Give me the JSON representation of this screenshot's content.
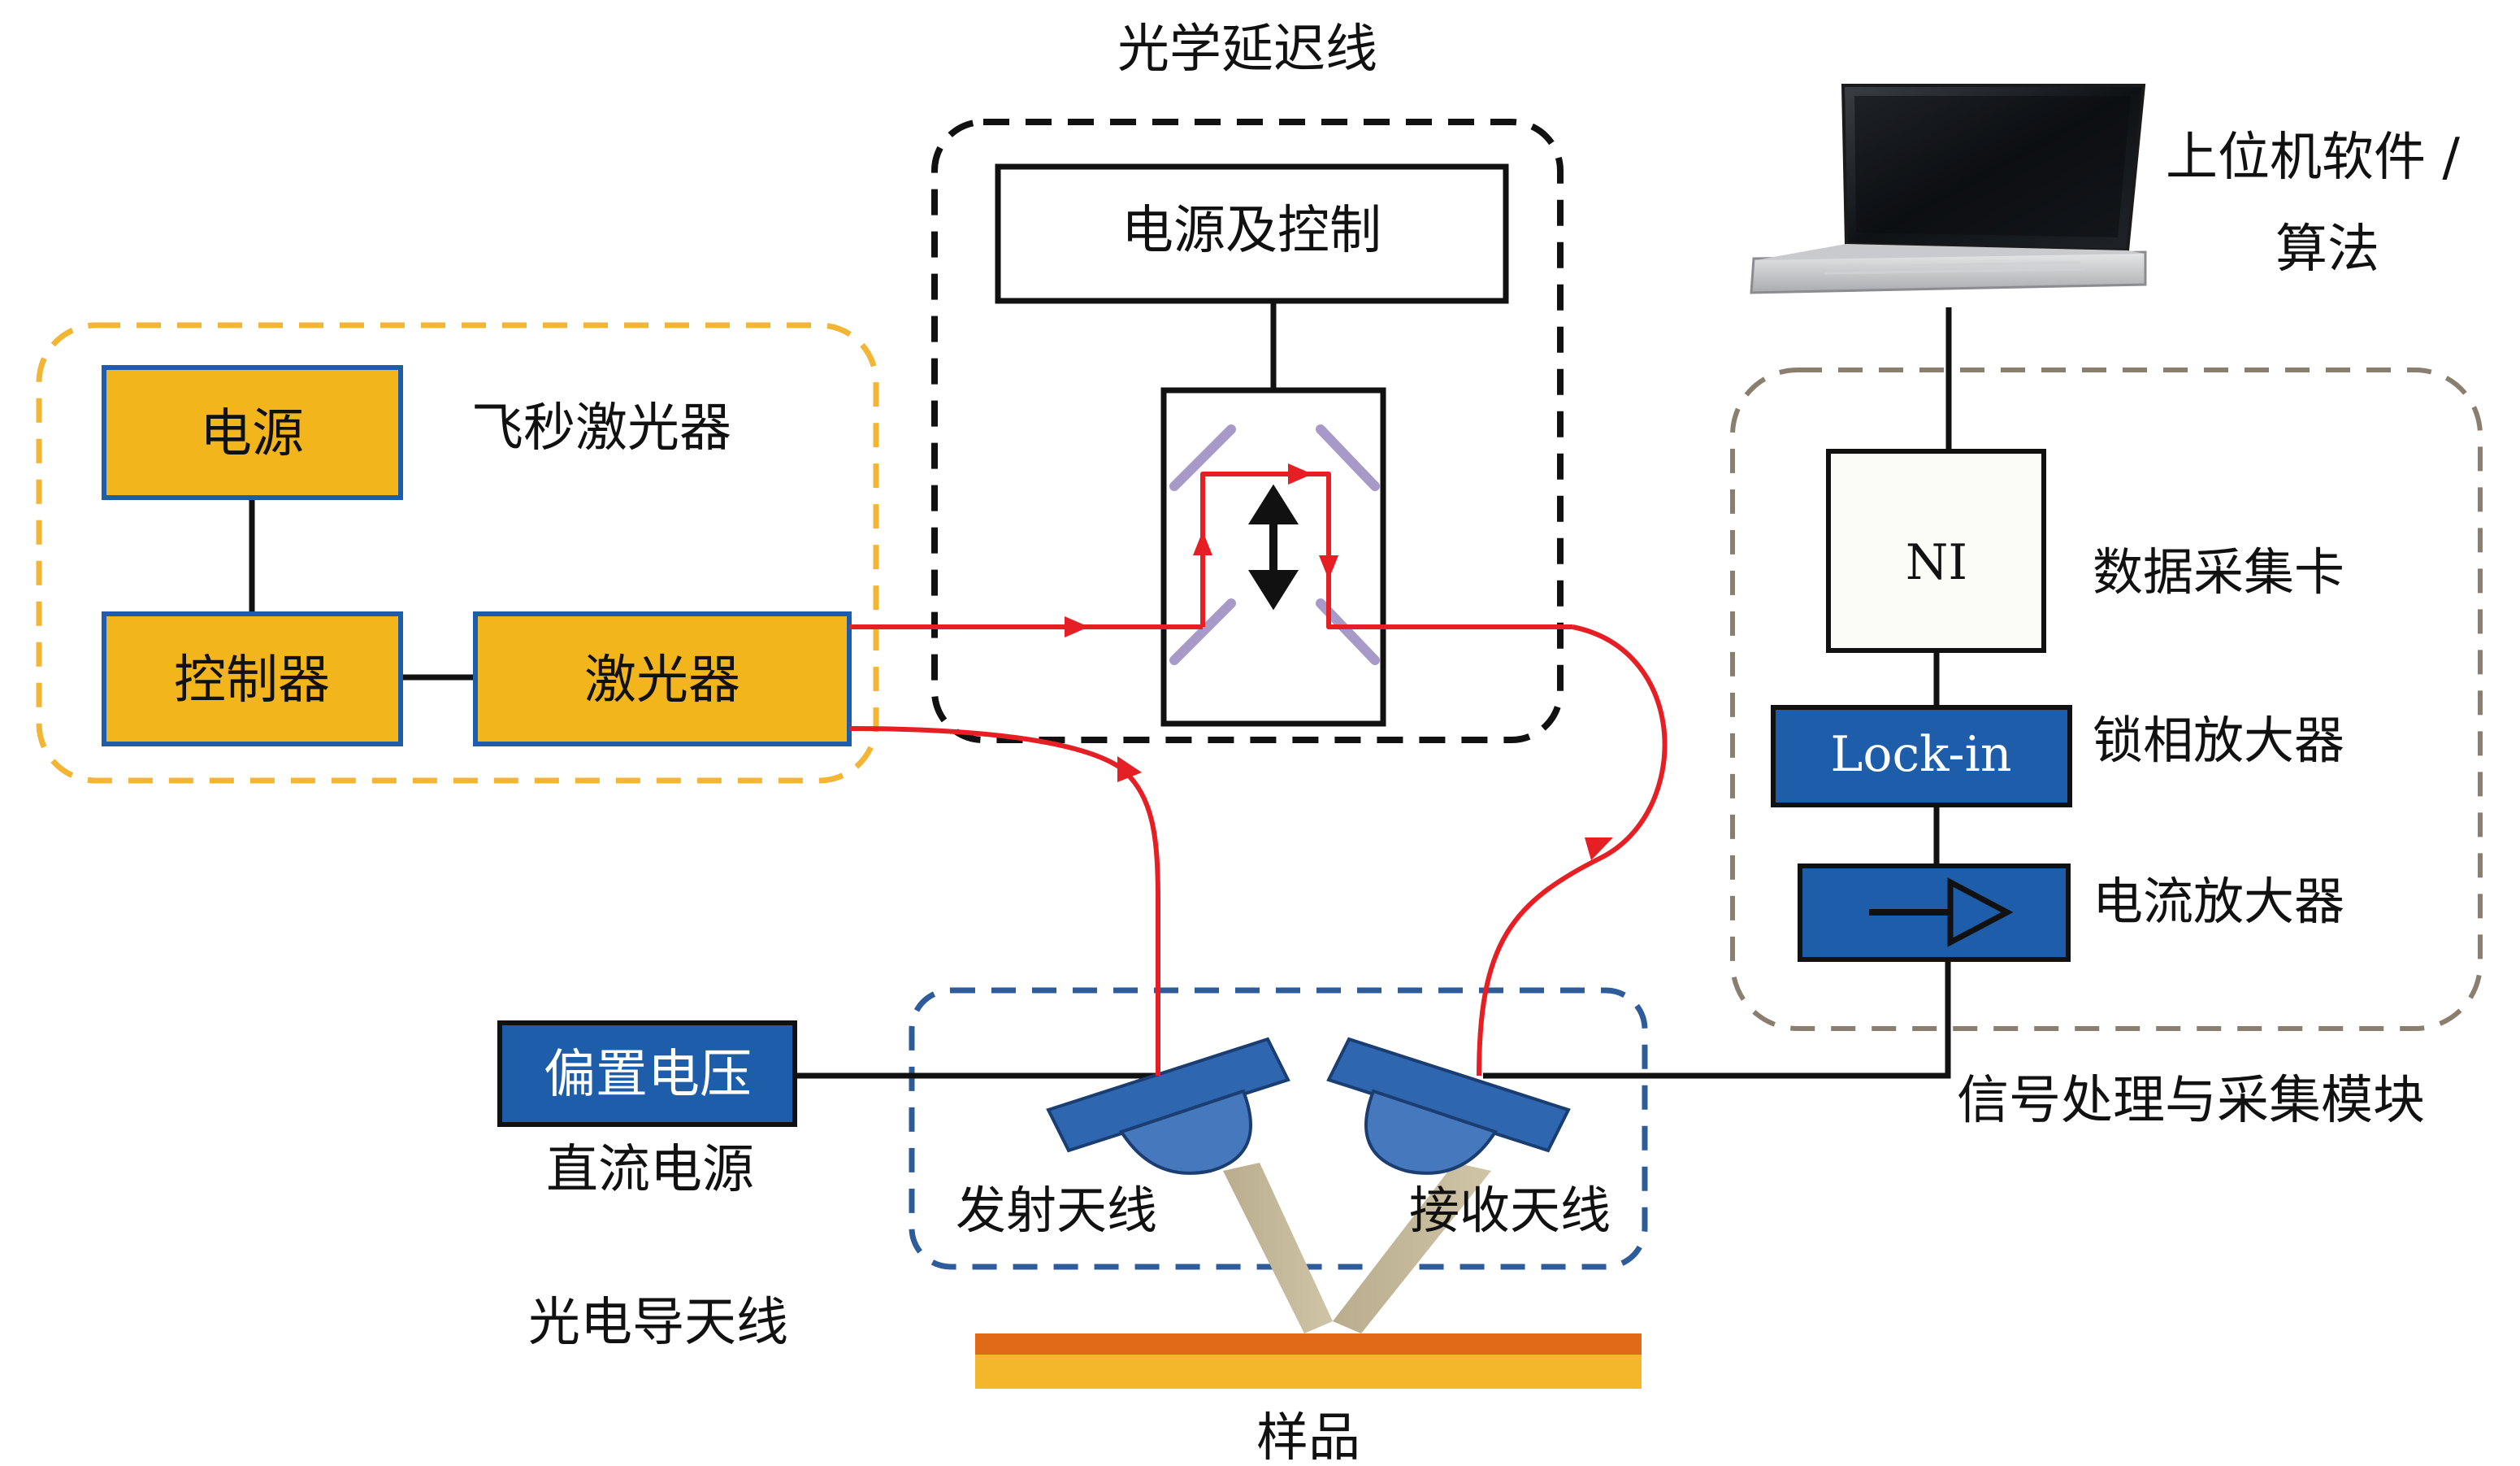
{
  "groups": {
    "laser": "飞秒激光器",
    "delay_line": "光学延迟线",
    "signal": "信号处理与采集模块",
    "antenna": "光电导天线"
  },
  "blocks": {
    "power": "电源",
    "controller": "控制器",
    "laser": "激光器",
    "delay_power_control": "电源及控制",
    "ni": "NI",
    "daq_label": "数据采集卡",
    "lockin": "Lock-in",
    "lockin_label": "锁相放大器",
    "current_amp_label": "电流放大器",
    "bias": "偏置电压",
    "dc_power": "直流电源",
    "emitter": "发射天线",
    "receiver": "接收天线",
    "sample": "样品",
    "computer_line1": "上位机软件 /",
    "computer_line2": "算法"
  },
  "colors": {
    "laser_fill": "#F2B61C",
    "block_blue": "#1E5DAA",
    "beam_red": "#E51F24",
    "laser_group_border": "#F2B634",
    "signal_group_border": "#8A7E6E",
    "antenna_group_border": "#2E5C9A",
    "mirror": "#A89AC8",
    "sample_top": "#E06A17",
    "sample_bottom": "#F4B62A"
  }
}
